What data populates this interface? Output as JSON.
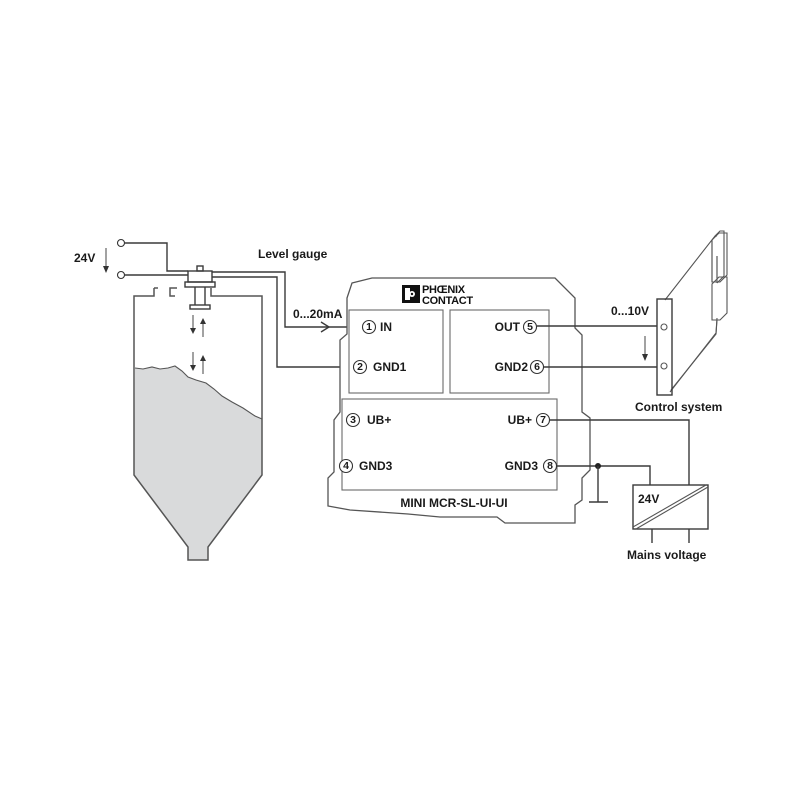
{
  "diagram": {
    "type": "wiring-diagram",
    "silo": {
      "supply_label": "24V",
      "sensor_label": "Level gauge",
      "signal_label": "0...20mA",
      "fill_color": "#d9dadb"
    },
    "module": {
      "brand_line1": "PHŒNIX",
      "brand_line2": "CONTACT",
      "model": "MINI MCR-SL-UI-UI",
      "terminals": [
        {
          "num": "1",
          "label": "IN"
        },
        {
          "num": "2",
          "label": "GND1"
        },
        {
          "num": "3",
          "label": "UB+"
        },
        {
          "num": "4",
          "label": "GND3"
        },
        {
          "num": "5",
          "label": "OUT"
        },
        {
          "num": "6",
          "label": "GND2"
        },
        {
          "num": "7",
          "label": "UB+"
        },
        {
          "num": "8",
          "label": "GND3"
        }
      ]
    },
    "control": {
      "signal_label": "0...10V",
      "label": "Control system"
    },
    "power_supply": {
      "voltage_label": "24V",
      "label": "Mains voltage"
    }
  }
}
